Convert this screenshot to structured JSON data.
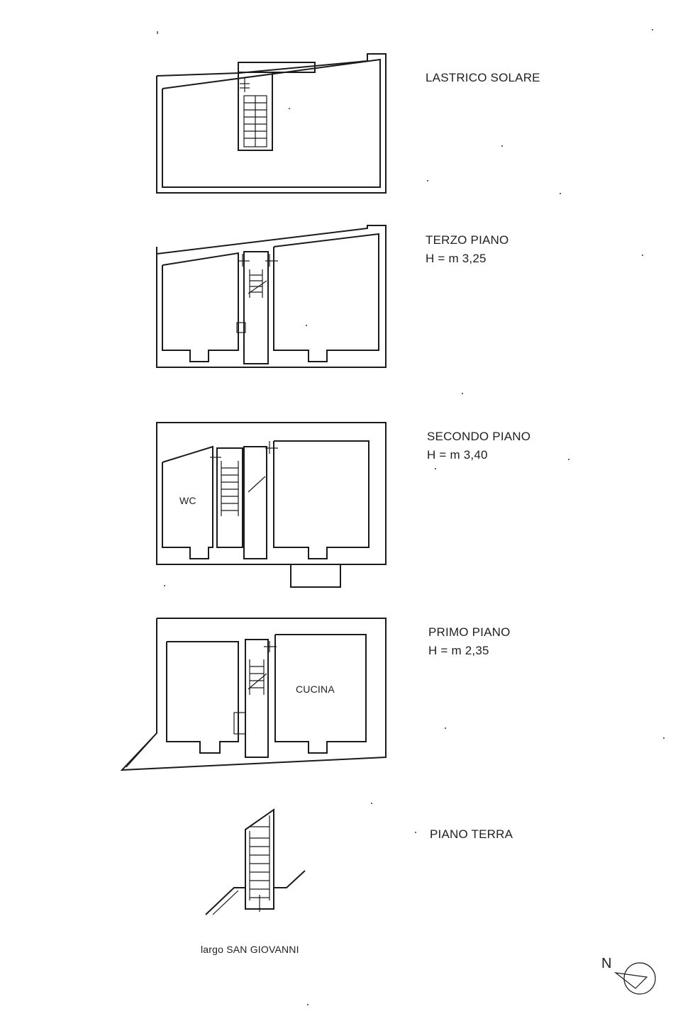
{
  "floors": [
    {
      "id": "lastrico",
      "name": "LASTRICO SOLARE",
      "height": ""
    },
    {
      "id": "terzo",
      "name": "TERZO PIANO",
      "height": "H = m 3,25"
    },
    {
      "id": "secondo",
      "name": "SECONDO PIANO",
      "height": "H = m 3,40"
    },
    {
      "id": "primo",
      "name": "PRIMO PIANO",
      "height": "H = m 2,35"
    },
    {
      "id": "terra",
      "name": "PIANO TERRA",
      "height": ""
    }
  ],
  "rooms": {
    "wc": "WC",
    "cucina": "CUCINA"
  },
  "street": "largo SAN GIOVANNI",
  "compass": {
    "north_label": "N"
  }
}
